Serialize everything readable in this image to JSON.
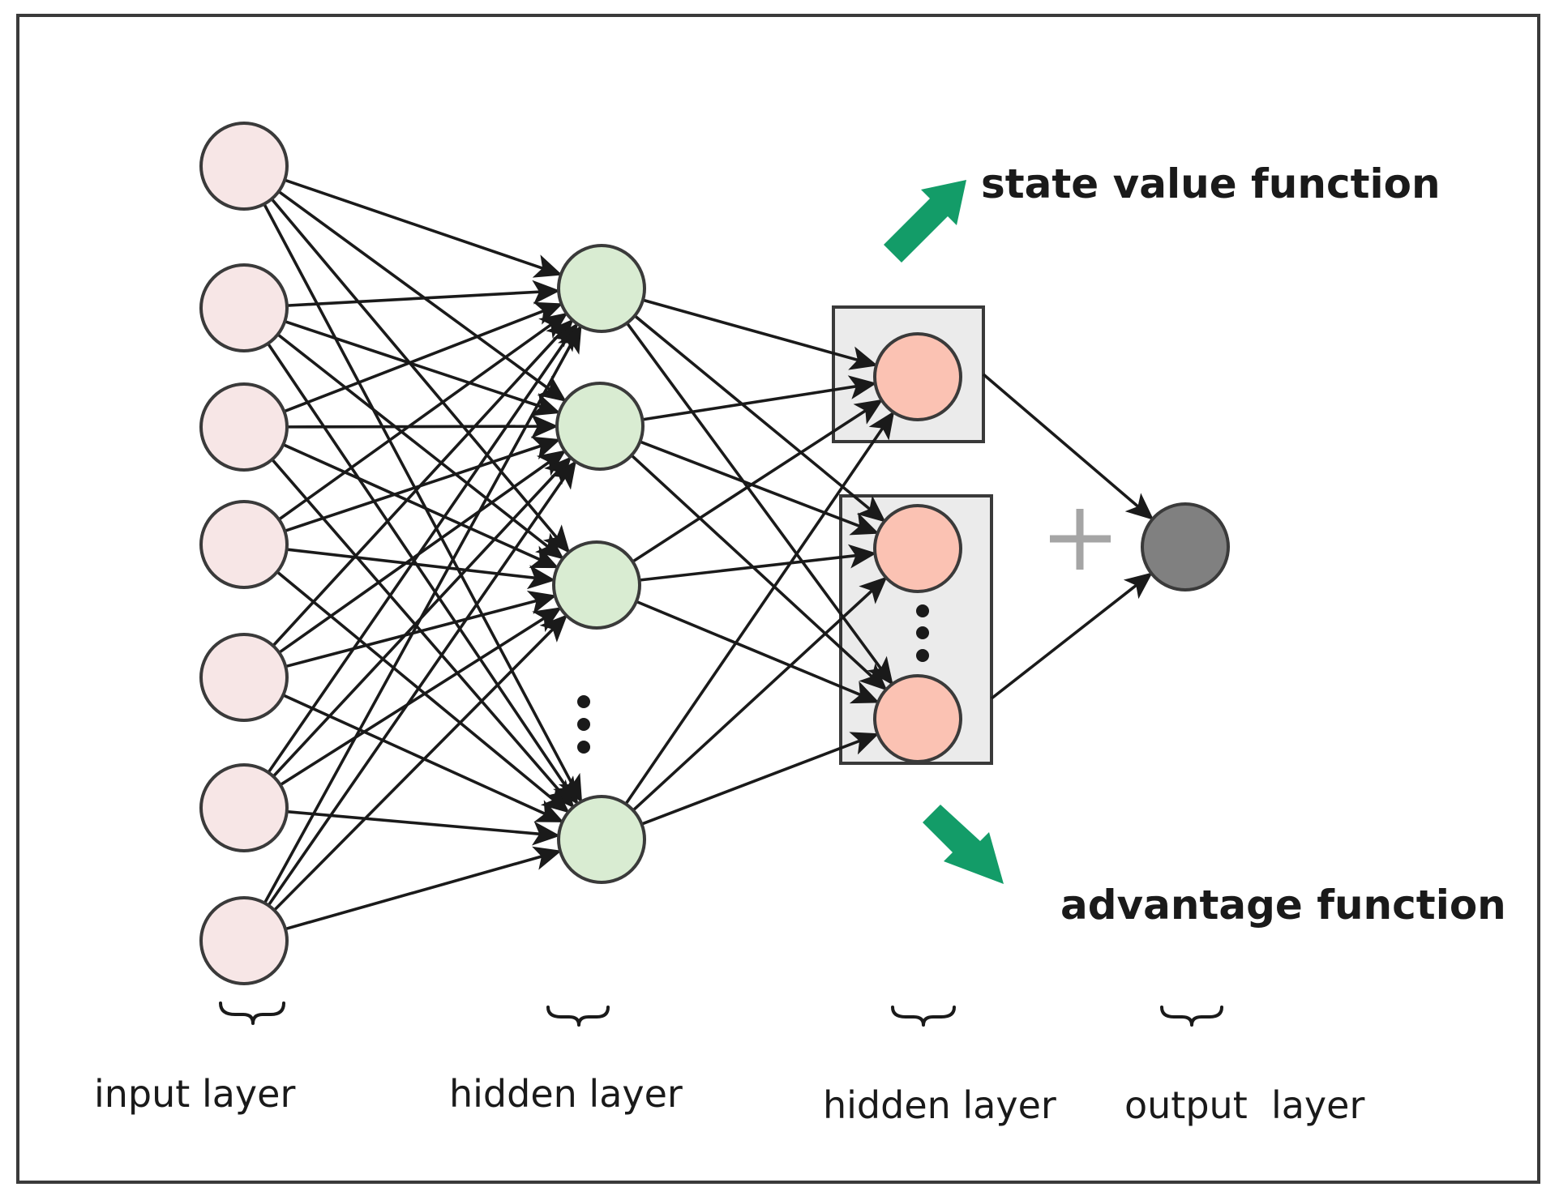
{
  "labels": {
    "state_value": "state value function",
    "advantage": "advantage function",
    "input_layer": "input layer",
    "hidden_layer_1": "hidden layer",
    "hidden_layer_2": "hidden layer",
    "output_layer": "output  layer"
  },
  "colors": {
    "input_node": "#f7e6e6",
    "hidden1_node": "#d9ecd2",
    "hidden2_node": "#fbc2b3",
    "output_node": "#808080",
    "stream_box": "#ebebeb",
    "arrow_green": "#139c68",
    "plus_sign": "#a5a5a5",
    "line": "#1a1a1a"
  },
  "icons": {
    "state_value_arrow": "arrow-up-right-icon",
    "advantage_arrow": "arrow-down-right-icon",
    "aggregation": "plus-icon",
    "ellipsis": "vertical-ellipsis-icon"
  },
  "network": {
    "input_node_count": 7,
    "hidden1_visible_node_count": 4,
    "hidden1_has_ellipsis": true,
    "value_stream_node_count": 1,
    "advantage_stream_visible_node_count": 2,
    "advantage_stream_has_ellipsis": true,
    "output_node_count": 1
  }
}
